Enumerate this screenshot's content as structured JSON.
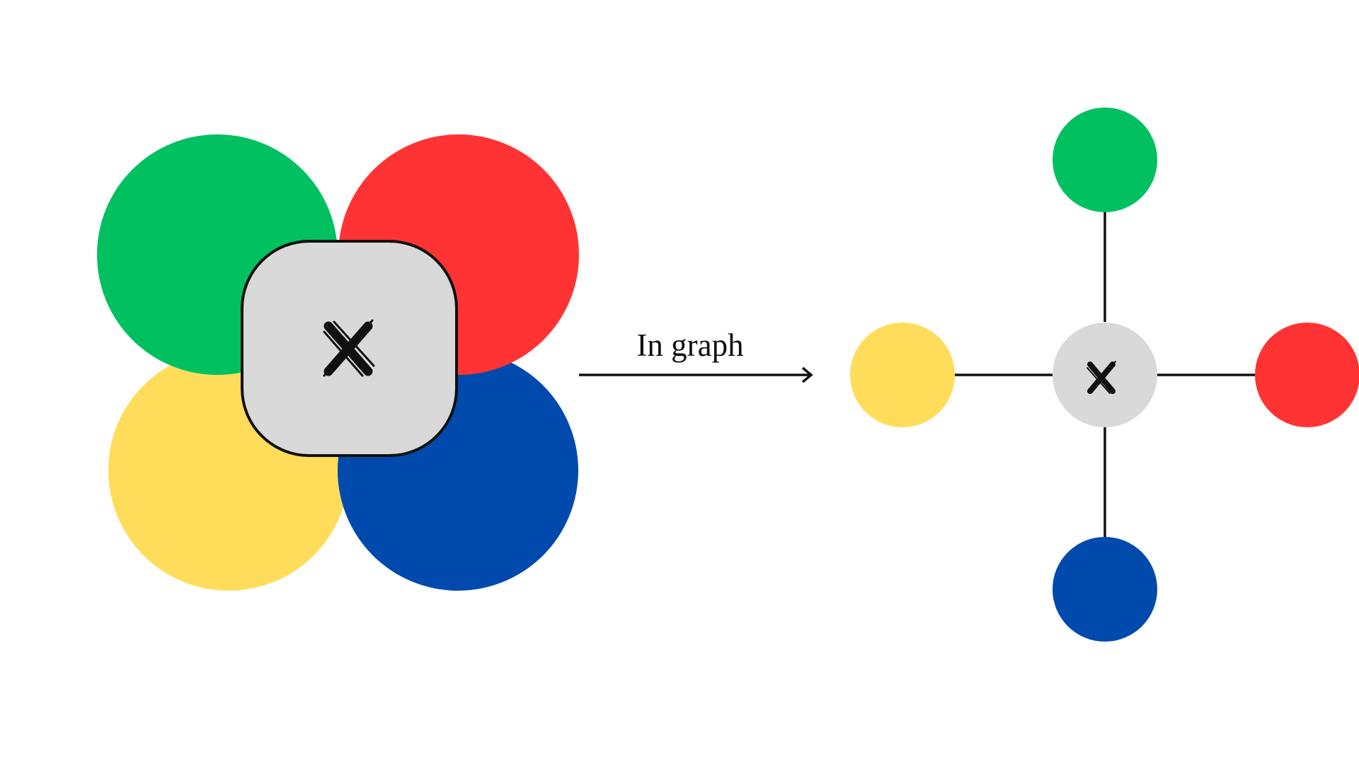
{
  "diagram": {
    "arrow_label": "In graph",
    "colors": {
      "green": "#00C060",
      "red": "#FF3333",
      "yellow": "#FFDD5A",
      "blue": "#004AAD",
      "gray": "#D9D9D9",
      "ink": "#111111",
      "background": "#FFFFFF"
    },
    "icons": [
      "cross-mark-icon"
    ],
    "graph": {
      "center": "cross-node",
      "neighbors": [
        "green",
        "red",
        "yellow",
        "blue"
      ]
    }
  }
}
